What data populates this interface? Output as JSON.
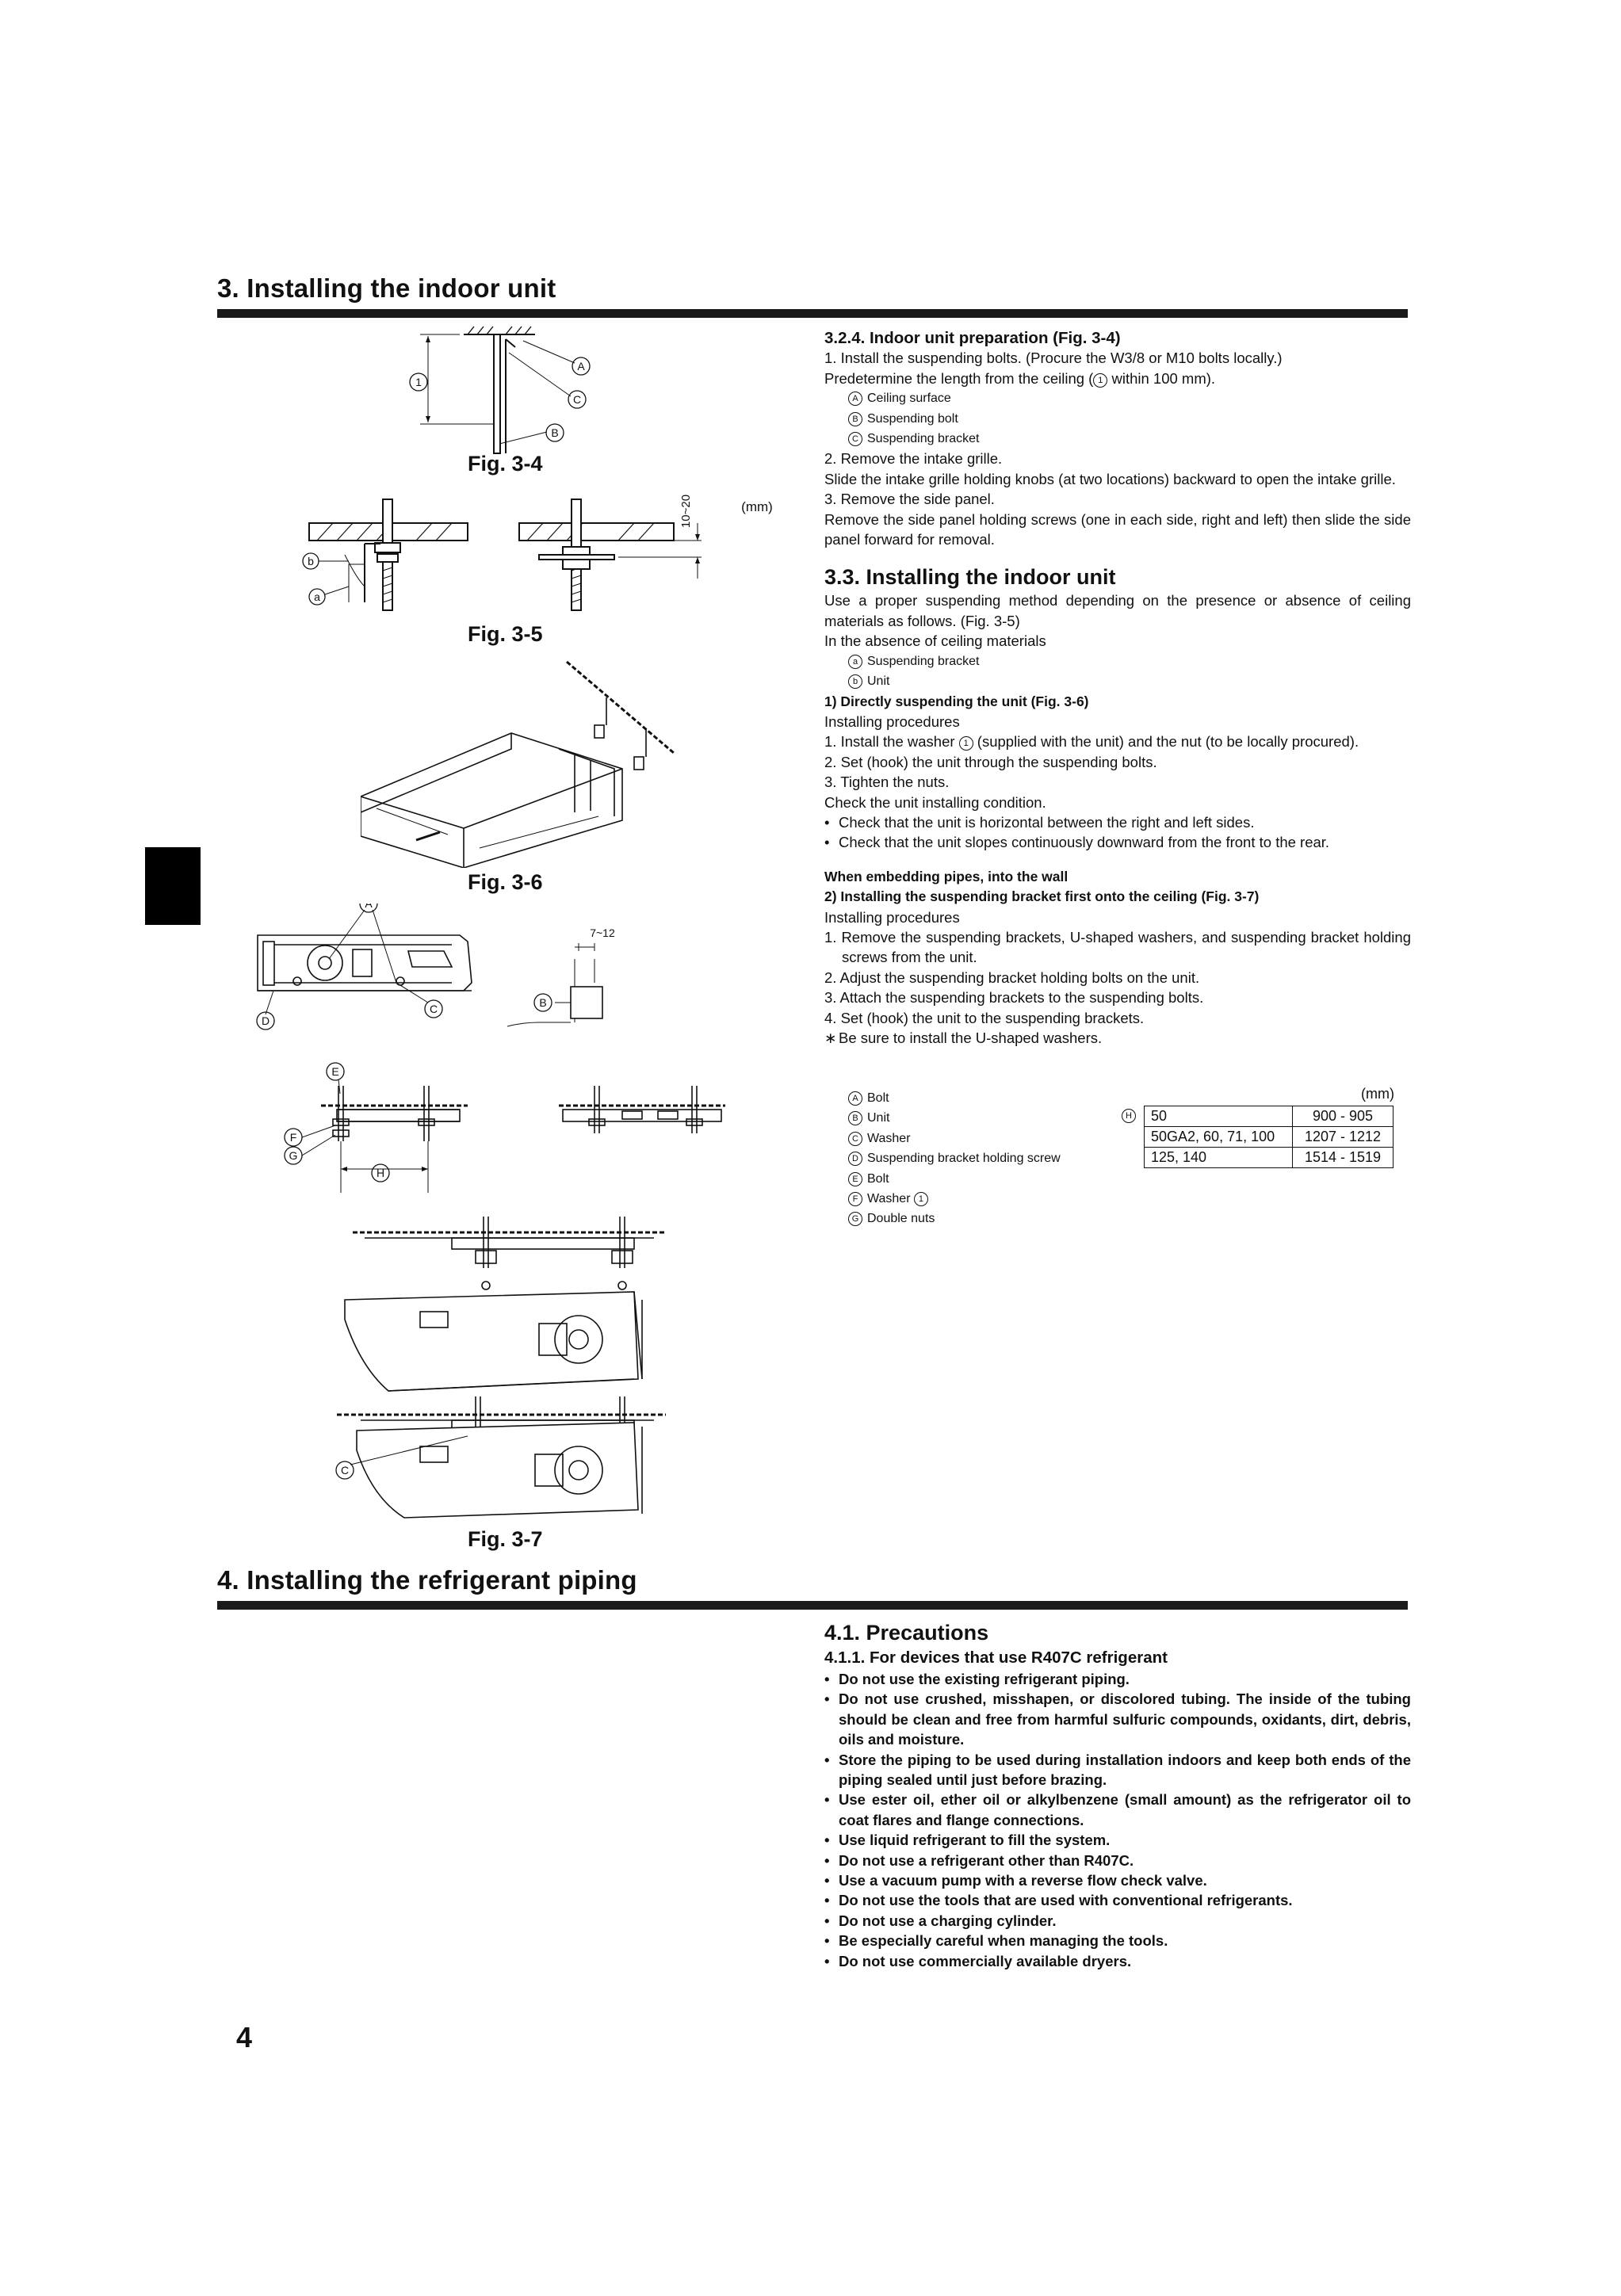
{
  "section3": {
    "title": "3. Installing the indoor unit"
  },
  "section4": {
    "title": "4. Installing the refrigerant piping"
  },
  "page_number": "4",
  "figures": {
    "fig34": "Fig. 3-4",
    "fig35": "Fig. 3-5",
    "fig36": "Fig. 3-6",
    "fig37": "Fig. 3-7",
    "unit_mm": "(mm)",
    "dim_10_20": "10~20",
    "dim_7_12": "7~12",
    "mark_A": "A",
    "mark_B": "B",
    "mark_C": "C",
    "mark_D": "D",
    "mark_E": "E",
    "mark_F": "F",
    "mark_G": "G",
    "mark_H": "H",
    "mark_a": "a",
    "mark_b": "b",
    "mark_1": "1"
  },
  "s324": {
    "heading": "3.2.4. Indoor unit preparation (Fig. 3-4)",
    "step1": "1. Install the suspending bolts. (Procure the W3/8 or M10 bolts locally.)",
    "step1b_pre": "Predetermine the length from the ceiling (",
    "step1b_circ": "1",
    "step1b_post": " within 100 mm).",
    "legA_m": "A",
    "legA": "Ceiling surface",
    "legB_m": "B",
    "legB": "Suspending bolt",
    "legC_m": "C",
    "legC": "Suspending bracket",
    "step2": "2. Remove the intake grille.",
    "step2b": "Slide the intake grille holding knobs (at two locations) backward to open the intake grille.",
    "step3": "3. Remove the side panel.",
    "step3b": "Remove the side panel holding screws (one in each side, right and left) then slide the side panel forward for removal."
  },
  "s33": {
    "heading": "3.3. Installing the indoor unit",
    "intro": "Use a proper suspending method depending on the presence or absence of ceiling materials as follows. (Fig. 3-5)",
    "absence": "In the absence of ceiling materials",
    "lega_m": "a",
    "lega": "Suspending bracket",
    "legb_m": "b",
    "legb": "Unit",
    "sub1": "1) Directly suspending the unit (Fig. 3-6)",
    "proc1": "Installing procedures",
    "p1_1_pre": "1. Install the washer ",
    "p1_1_circ": "1",
    "p1_1_post": " (supplied with the unit) and the nut (to be locally procured).",
    "p1_2": "2. Set (hook) the unit through the suspending bolts.",
    "p1_3": "3. Tighten the nuts.",
    "check": "Check the unit installing condition.",
    "chk1": "Check that the unit is horizontal between the right and left sides.",
    "chk2": "Check that the unit slopes continuously downward from the front to the rear.",
    "embed": "When embedding pipes, into the wall",
    "sub2": "2) Installing the suspending bracket first onto the ceiling (Fig. 3-7)",
    "proc2": "Installing procedures",
    "p2_1": "1. Remove the suspending brackets, U-shaped washers, and suspending bracket holding screws from the unit.",
    "p2_2": "2. Adjust the suspending bracket holding bolts on the unit.",
    "p2_3": "3. Attach the suspending brackets to the suspending bolts.",
    "p2_4": "4. Set (hook) the unit to the suspending brackets.",
    "note": "Be sure to install the U-shaped washers.",
    "legend2": [
      {
        "m": "A",
        "t": "Bolt"
      },
      {
        "m": "B",
        "t": "Unit"
      },
      {
        "m": "C",
        "t": "Washer"
      },
      {
        "m": "D",
        "t": "Suspending bracket holding screw"
      },
      {
        "m": "E",
        "t": "Bolt"
      },
      {
        "m": "F",
        "t": "Washer ",
        "circ": "1"
      },
      {
        "m": "G",
        "t": "Double nuts"
      }
    ],
    "table_unit": "(mm)",
    "table_mark": "H",
    "table": [
      {
        "model": "50",
        "dim": "900 - 905"
      },
      {
        "model": "50GA2, 60, 71, 100",
        "dim": "1207 - 1212"
      },
      {
        "model": "125, 140",
        "dim": "1514 - 1519"
      }
    ]
  },
  "s41": {
    "heading": "4.1. Precautions",
    "sub": "4.1.1. For devices that use R407C refrigerant",
    "items": [
      "Do not use the existing refrigerant piping.",
      "Do not use crushed, misshapen, or discolored tubing. The inside of the tubing should be clean and free from harmful sulfuric compounds, oxidants, dirt, debris, oils and moisture.",
      "Store the piping to be used during installation indoors and keep both ends of the piping sealed until just before brazing.",
      "Use ester oil, ether oil or alkylbenzene (small amount) as the refrigerator oil to coat flares and flange connections.",
      "Use liquid refrigerant to fill the system.",
      "Do not use a refrigerant other than R407C.",
      "Use a vacuum pump with a reverse flow check valve.",
      "Do not use the tools that are used with conventional refrigerants.",
      "Do not use a charging cylinder.",
      "Be especially careful when managing the tools.",
      "Do not use commercially available dryers."
    ]
  }
}
